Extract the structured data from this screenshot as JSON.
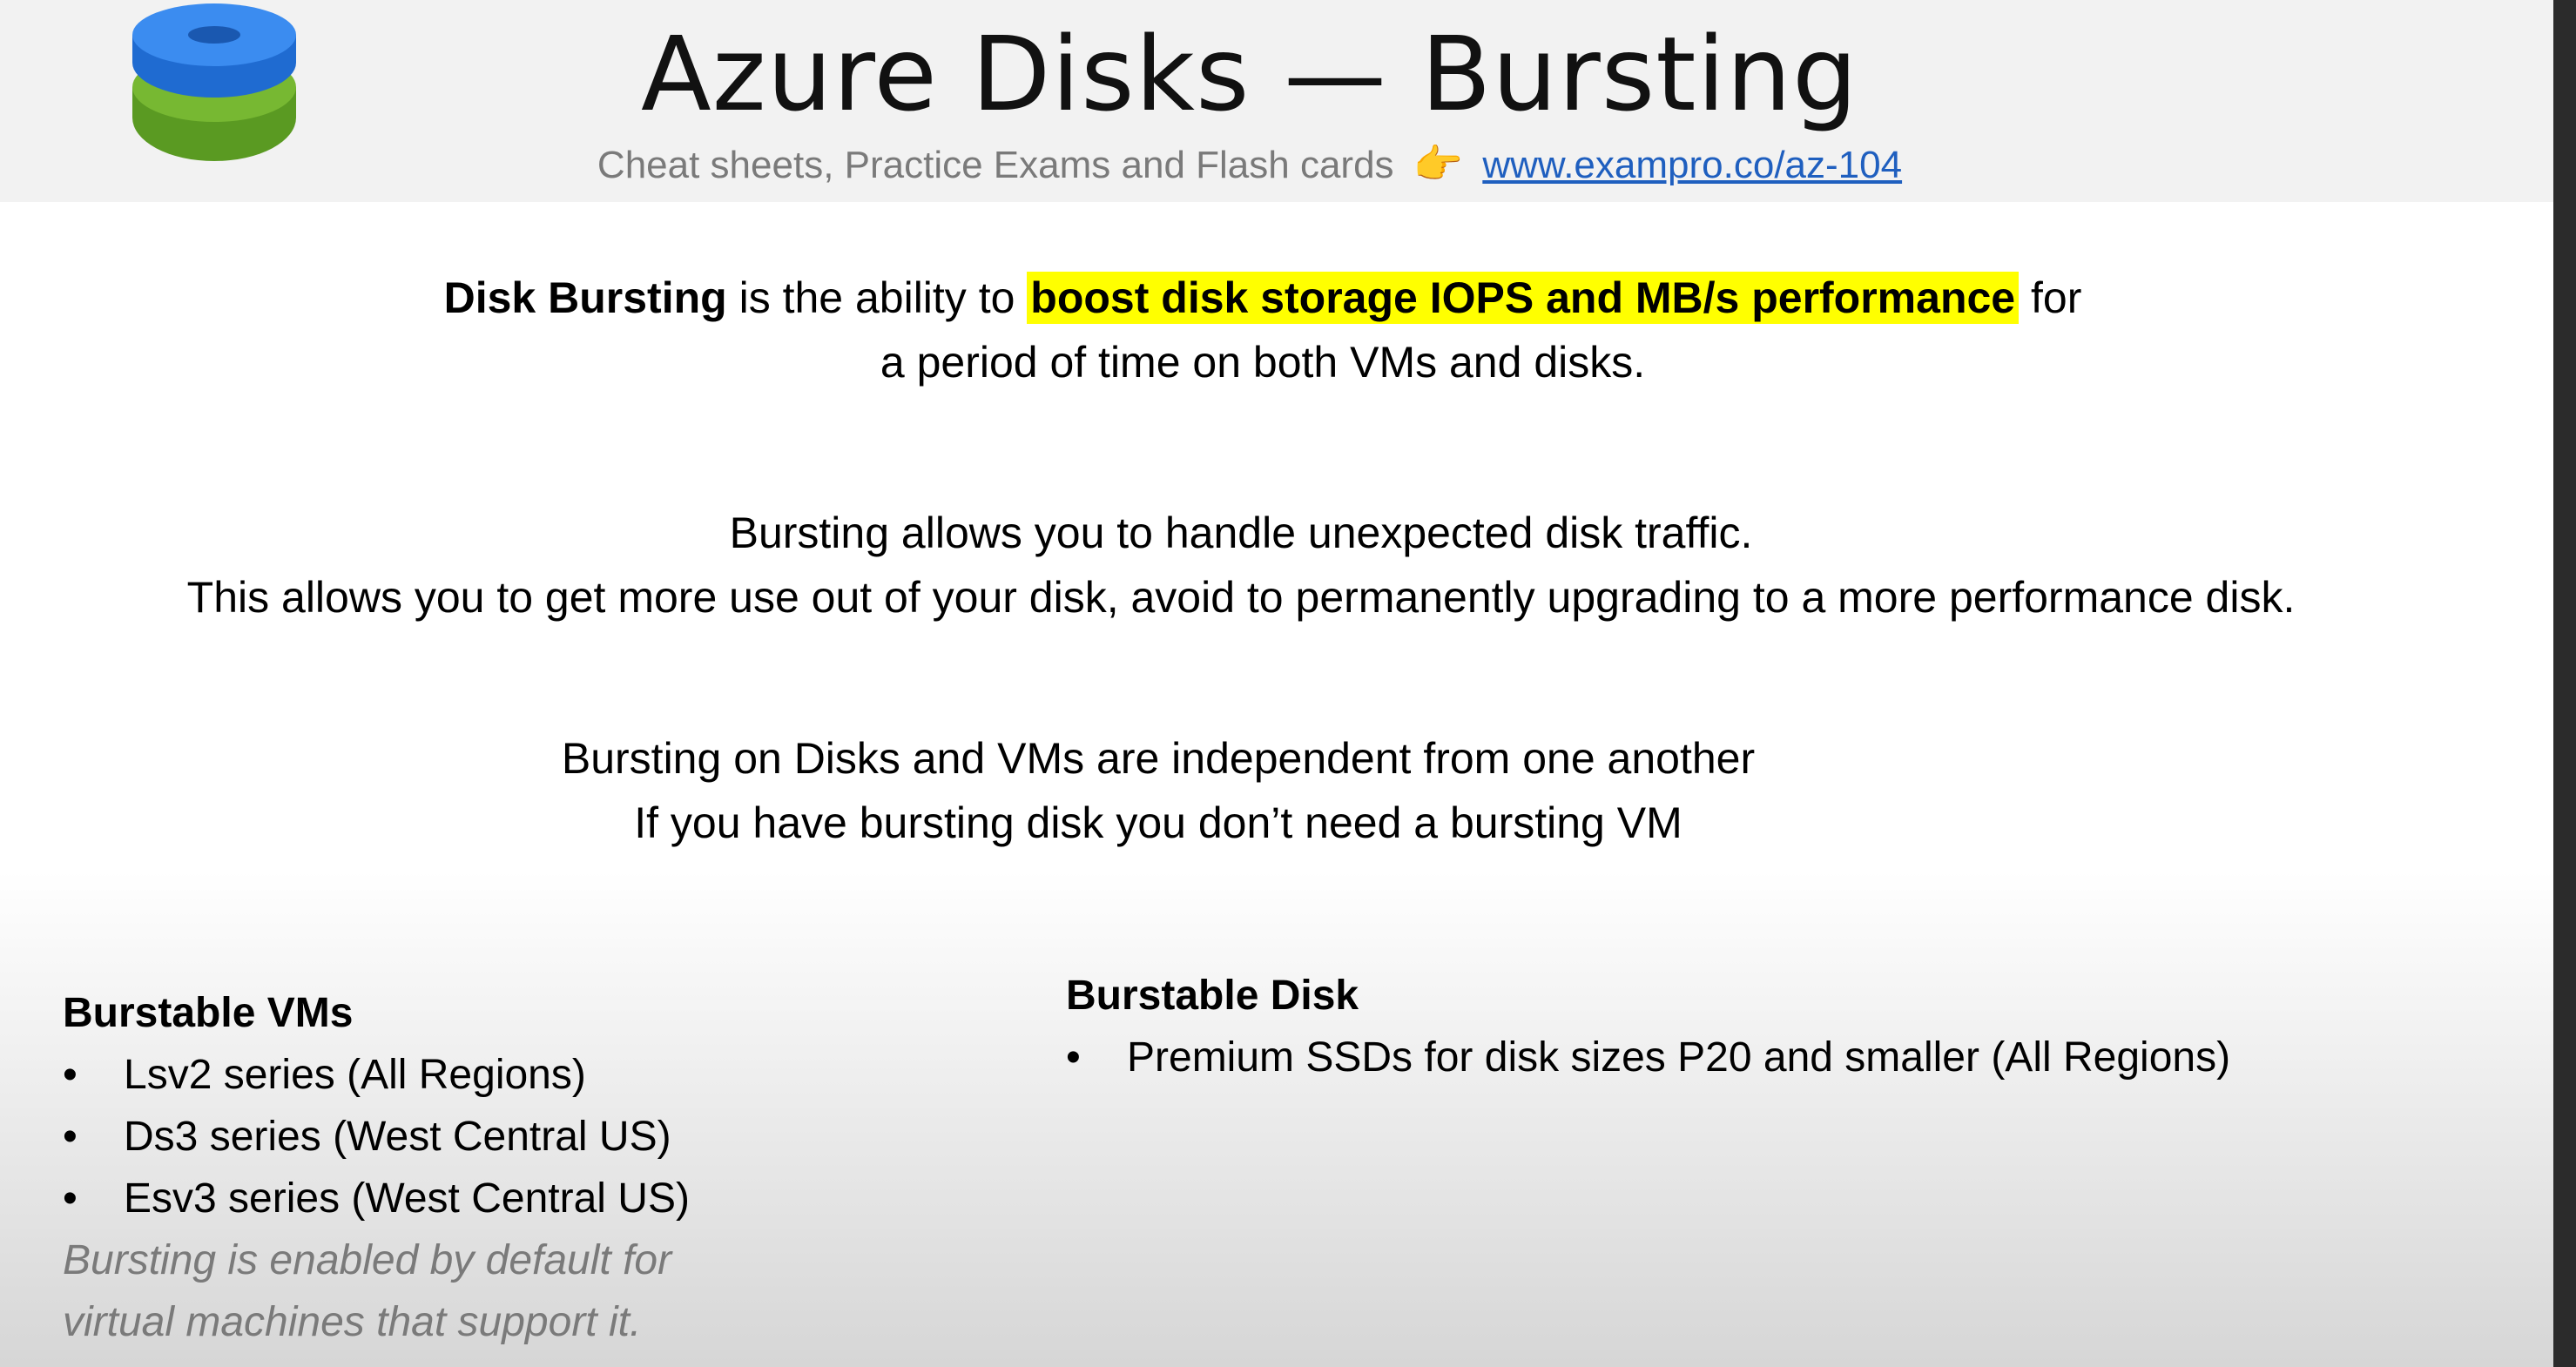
{
  "title": "Azure Disks — Bursting",
  "subtitle": {
    "text": "Cheat sheets, Practice Exams and Flash cards",
    "pointer_icon": "backhand-index-pointing-right",
    "link": "www.exampro.co/az-104"
  },
  "intro": {
    "term": "Disk Bursting",
    "middle": " is the ability to ",
    "highlight": "boost disk storage IOPS and MB/s performance",
    "tail": " for",
    "line2": "a period of time on both VMs and disks."
  },
  "para2": {
    "line1": "Bursting allows you to handle unexpected disk traffic.",
    "line2": "This allows you to get more use out of your disk, avoid to permanently upgrading to a more performance disk."
  },
  "para3": {
    "line1": "Bursting on Disks and VMs are independent from one another",
    "line2": "If you have bursting disk you don’t need a bursting VM"
  },
  "burstable_vms": {
    "heading": "Burstable VMs",
    "items": [
      "Lsv2 series (All Regions)",
      "Ds3 series (West Central US)",
      "Esv3 series (West Central US)"
    ],
    "note_line1": "Bursting is enabled by default for",
    "note_line2": "virtual machines that support it."
  },
  "burstable_disk": {
    "heading": "Burstable Disk",
    "items": [
      "Premium SSDs for disk sizes P20 and smaller  (All Regions)"
    ]
  },
  "colors": {
    "highlight": "#ffff00",
    "link": "#1f5fbf",
    "disk_top": "#2f7fe0",
    "disk_bottom": "#6aab2e"
  }
}
